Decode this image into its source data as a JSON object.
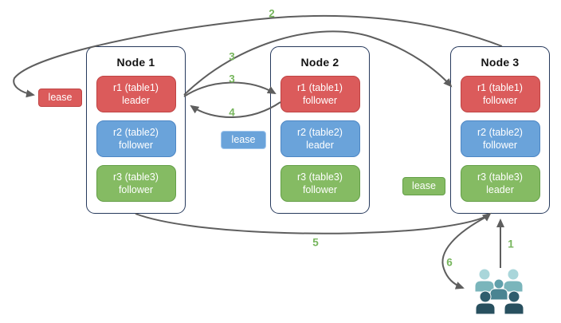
{
  "nodes": [
    {
      "title": "Node 1",
      "replicas": [
        {
          "name": "r1 (table1)",
          "role": "leader",
          "color": "red"
        },
        {
          "name": "r2 (table2)",
          "role": "follower",
          "color": "blue"
        },
        {
          "name": "r3 (table3)",
          "role": "follower",
          "color": "green"
        }
      ]
    },
    {
      "title": "Node 2",
      "replicas": [
        {
          "name": "r1 (table1)",
          "role": "follower",
          "color": "red"
        },
        {
          "name": "r2 (table2)",
          "role": "leader",
          "color": "blue"
        },
        {
          "name": "r3 (table3)",
          "role": "follower",
          "color": "green"
        }
      ]
    },
    {
      "title": "Node 3",
      "replicas": [
        {
          "name": "r1 (table1)",
          "role": "follower",
          "color": "red"
        },
        {
          "name": "r2 (table2)",
          "role": "follower",
          "color": "blue"
        },
        {
          "name": "r3 (table3)",
          "role": "leader",
          "color": "green"
        }
      ]
    }
  ],
  "leases": {
    "table1": {
      "label": "lease",
      "color": "#db5b5b"
    },
    "table2": {
      "label": "lease",
      "color": "#6aa3da"
    },
    "table3": {
      "label": "lease",
      "color": "#85bb63"
    }
  },
  "arrow_labels": {
    "step1": "1",
    "step2": "2",
    "step3_to_node3": "3",
    "step3_to_node2": "3",
    "step4": "4",
    "step5": "5",
    "step6": "6"
  },
  "icons": {
    "users": "group-of-users"
  },
  "colors": {
    "leader_red": "#db5b5b",
    "follower_blue": "#6aa3da",
    "follower_green": "#85bb63",
    "arrow_gray": "#5e5e5e",
    "step_label_green": "#76b55c",
    "node_border_navy": "#26395c"
  }
}
